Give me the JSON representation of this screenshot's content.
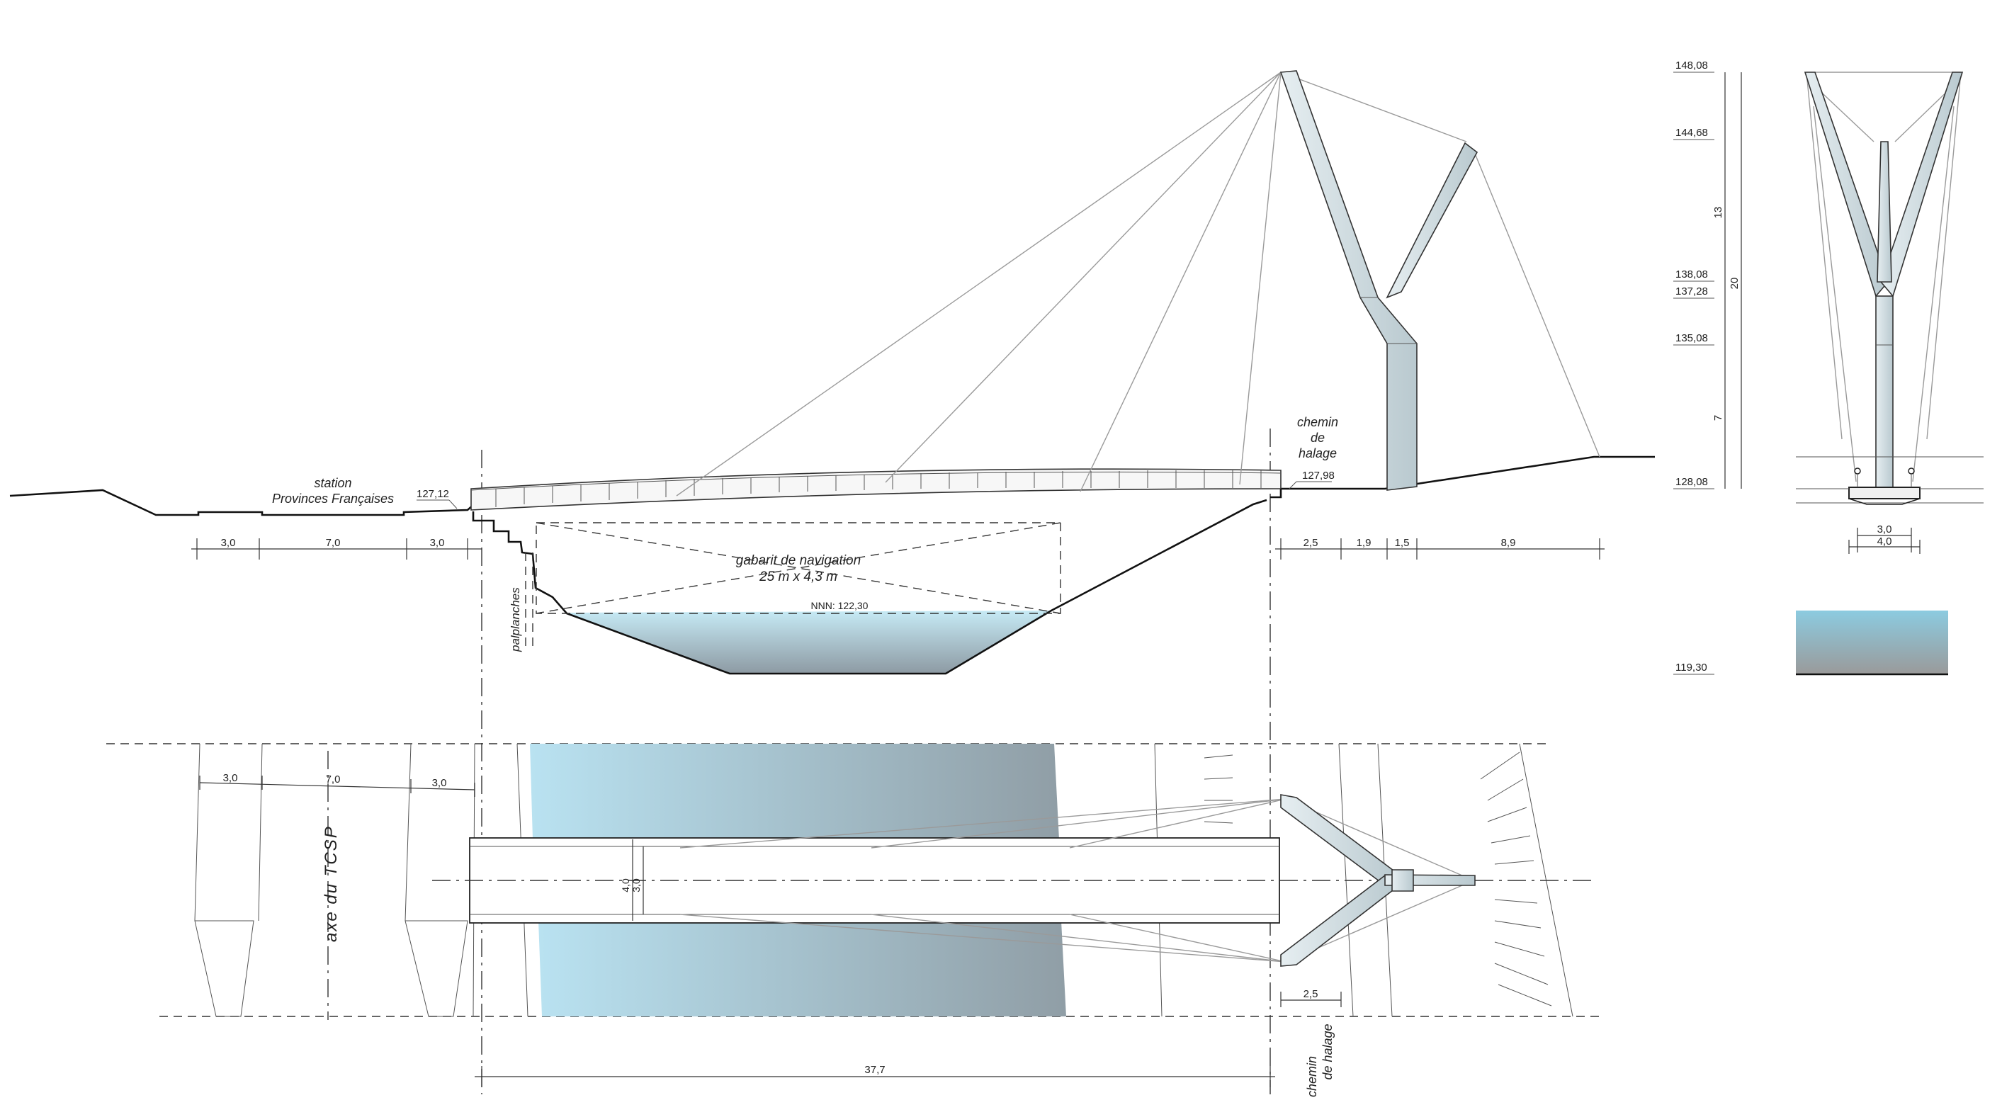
{
  "colors": {
    "water_top": "#bfe6f3",
    "water_bottom": "#96a3ab",
    "pylon": "#cdd8dc",
    "line": "#222222",
    "cable": "#9a9a9a"
  },
  "elevation": {
    "station_label_1": "station",
    "station_label_2": "Provinces Françaises",
    "level_left": "127,12",
    "level_right": "127,98",
    "chemin_1": "chemin",
    "chemin_2": "de",
    "chemin_3": "halage",
    "gabarit_1": "gabarit de navigation",
    "gabarit_2": "25 m  x 4,3 m",
    "water_level": "NNN: 122,30",
    "palplanches": "palplanches",
    "dims_left": [
      "3,0",
      "7,0",
      "3,0"
    ],
    "dims_right": [
      "2,5",
      "1,9",
      "1,5",
      "8,9"
    ]
  },
  "side_view": {
    "levels": [
      "148,08",
      "144,68",
      "138,08",
      "137,28",
      "135,08",
      "128,08",
      "119,30"
    ],
    "vertical_dims": [
      "13",
      "20",
      "7"
    ],
    "base_dims": [
      "3,0",
      "4,0"
    ]
  },
  "plan": {
    "axis_label": "axe du TCSP",
    "dims_top": [
      "3,0",
      "7,0",
      "3,0"
    ],
    "deck_width_outer": "4,0",
    "deck_width_inner": "3,0",
    "path_width": "2,5",
    "chemin_1": "chemin",
    "chemin_2": "de halage",
    "span": "37,7"
  }
}
